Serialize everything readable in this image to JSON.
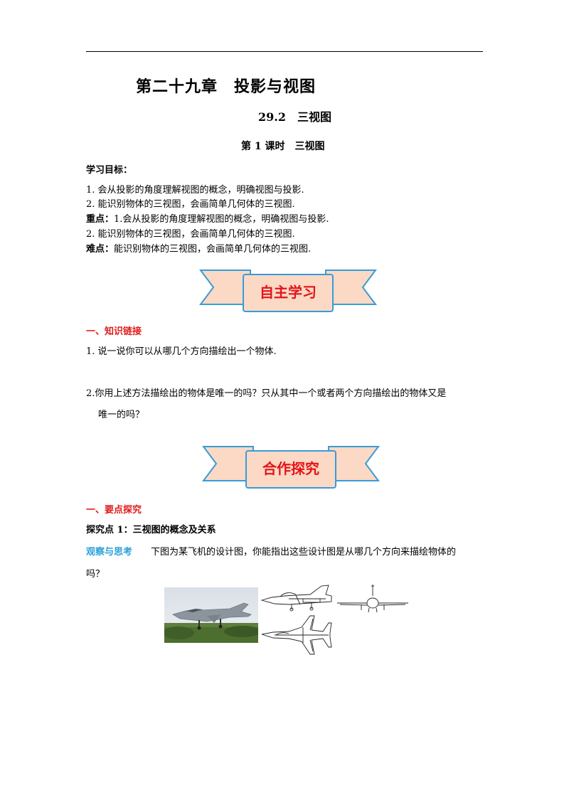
{
  "chapter_title": "第二十九章　投影与视图",
  "section_title": "29.2　三视图",
  "lesson_title": "第 1 课时　三视图",
  "objectives_heading": "学习目标：",
  "objectives": [
    "1. 会从投影的角度理解视图的概念，明确视图与投影.",
    "2. 能识别物体的三视图，会画简单几何体的三视图."
  ],
  "key_points_label": "重点：",
  "key_points": [
    "1.会从投影的角度理解视图的概念，明确视图与投影.",
    "2. 能识别物体的三视图，会画简单几何体的三视图."
  ],
  "difficulty_label": "难点：",
  "difficulty_text": "能识别物体的三视图，会画简单几何体的三视图.",
  "banner1_label": "自主学习",
  "knowledge_heading": "一、知识链接",
  "question1": "1. 说一说你可以从哪几个方向描绘出一个物体.",
  "question2_line1": "2.你用上述方法描绘出的物体是唯一的吗？只从其中一个或者两个方向描绘出的物体又是",
  "question2_line2": "唯一的吗？",
  "banner2_label": "合作探究",
  "keypoint_heading": "一、要点探究",
  "explore_title": "探究点 1：三视图的概念及关系",
  "observe_label": "观察与思考",
  "observe_text_line1": "下图为某飞机的设计图，你能指出这些设计图是从哪几个方向来描绘物体的",
  "observe_text_line2": "吗？",
  "colors": {
    "red": "#e01b1b",
    "blue": "#2aa1d9",
    "banner_fill": "#fbd9c4",
    "banner_stroke": "#3a9bd8"
  }
}
